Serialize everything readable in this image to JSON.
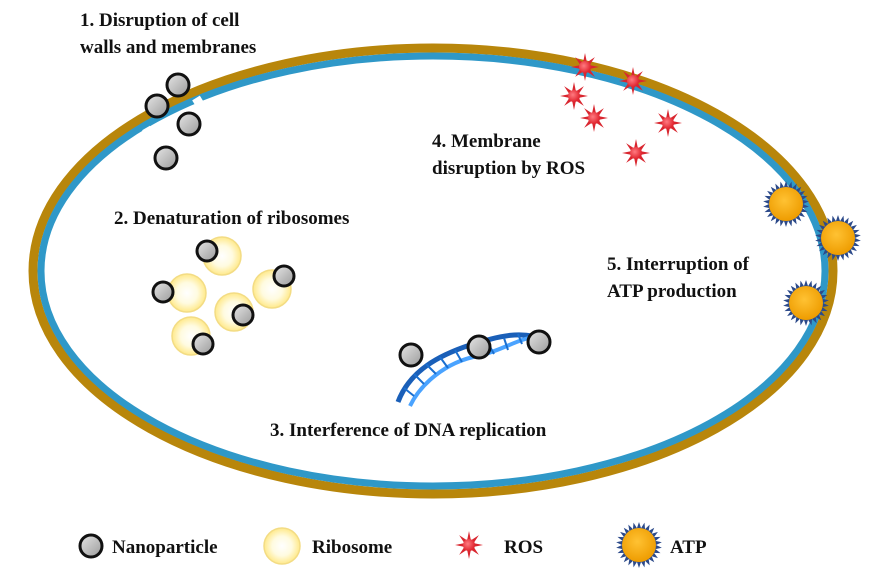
{
  "labels": {
    "step1_line1": "1. Disruption of cell",
    "step1_line2": "walls and membranes",
    "step2": "2. Denaturation of ribosomes",
    "step3": "3. Interference of DNA replication",
    "step4_line1": "4. Membrane",
    "step4_line2": "disruption by ROS",
    "step5_line1": "5. Interruption of",
    "step5_line2": "ATP production"
  },
  "legend": {
    "nanoparticle": "Nanoparticle",
    "ribosome": "Ribosome",
    "ros": "ROS",
    "atp": "ATP"
  },
  "colors": {
    "membrane_outer": "#b8860b",
    "membrane_inner": "#2f98c8",
    "nanoparticle_fill": "#b9b9b9",
    "nanoparticle_stroke": "#111111",
    "ribosome_fill": "#fff6b0",
    "ribosome_stroke": "#f2d97a",
    "ros_fill": "#e8434b",
    "ros_spikes": "#d9262f",
    "atp_fill": "#f5a90d",
    "atp_spikes": "#2c4a8a",
    "dna": "#1a6fd0"
  }
}
